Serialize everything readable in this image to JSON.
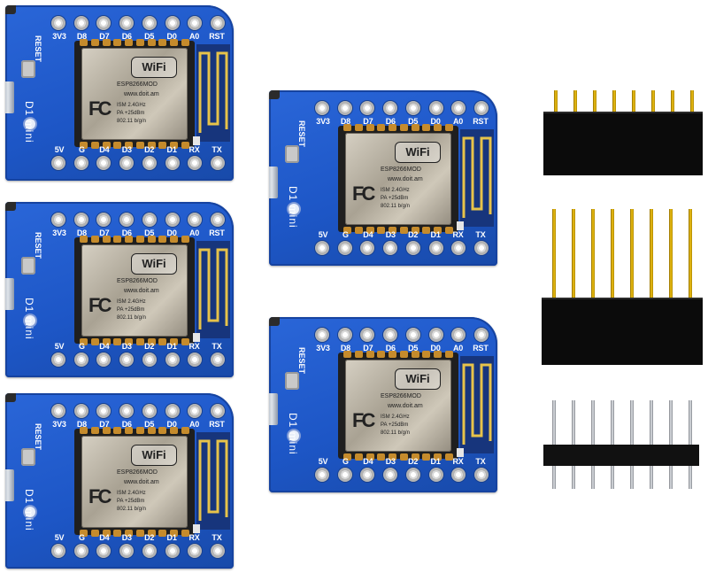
{
  "board": {
    "pins_top": [
      "3V3",
      "D8",
      "D7",
      "D6",
      "D5",
      "D0",
      "A0",
      "RST"
    ],
    "pins_bottom": [
      "5V",
      "G",
      "D4",
      "D3",
      "D2",
      "D1",
      "RX",
      "TX"
    ],
    "reset_label": "RESET",
    "name_label": "D1 mini",
    "module": {
      "logo": "WiFi",
      "model": "ESP8266MOD",
      "site": "www.doit.am",
      "spec_lines": [
        "ISM  2.4GHz",
        "PA  +25dBm",
        "802.11 b/g/n"
      ],
      "cert_mark": "FC"
    }
  },
  "colors": {
    "pcb_blue": "#1d56c6",
    "shield_metal": "#c9c2b4",
    "header_black": "#0b0b0b",
    "pin_gold": "#f2c414",
    "pin_silver": "#d9dce1"
  },
  "boards": [
    {
      "id": "board-1"
    },
    {
      "id": "board-2"
    },
    {
      "id": "board-3"
    },
    {
      "id": "board-4"
    },
    {
      "id": "board-5"
    }
  ],
  "headers": [
    {
      "id": "female-header-short",
      "pins": 8
    },
    {
      "id": "female-header-long",
      "pins": 8
    },
    {
      "id": "male-header",
      "pins": 8
    }
  ]
}
